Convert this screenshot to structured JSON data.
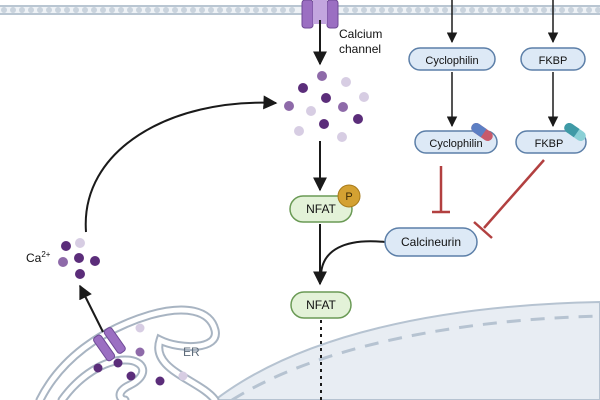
{
  "labels": {
    "calcium_channel_line1": "Calcium",
    "calcium_channel_line2": "channel",
    "ca_base": "Ca",
    "ca_sup": "2+",
    "er": "ER",
    "phospho": "P"
  },
  "nodes": {
    "cyclophilin_top": "Cyclophilin",
    "fkbp_top": "FKBP",
    "cyclophilin_bound": "Cyclophilin",
    "fkbp_bound": "FKBP",
    "nfat_phospho": "NFAT",
    "calcineurin": "Calcineurin",
    "nfat": "NFAT"
  },
  "colors": {
    "membrane": "#b9c6d2",
    "channel": "#9b6fc2",
    "ion_dark": "#5b2d7a",
    "ion_mid": "#8e6aa9",
    "ion_light": "#d7cde3",
    "blue_box_fill": "#dde9f6",
    "blue_box_stroke": "#5c7fa8",
    "green_box_fill": "#e3f2d8",
    "green_box_stroke": "#6a9a55",
    "phospho_fill": "#d4a132",
    "inhibit": "#b24040",
    "nucleus_fill": "#e8edf3",
    "er_stroke": "#a8b4c2",
    "arrow": "#1a1a1a"
  }
}
